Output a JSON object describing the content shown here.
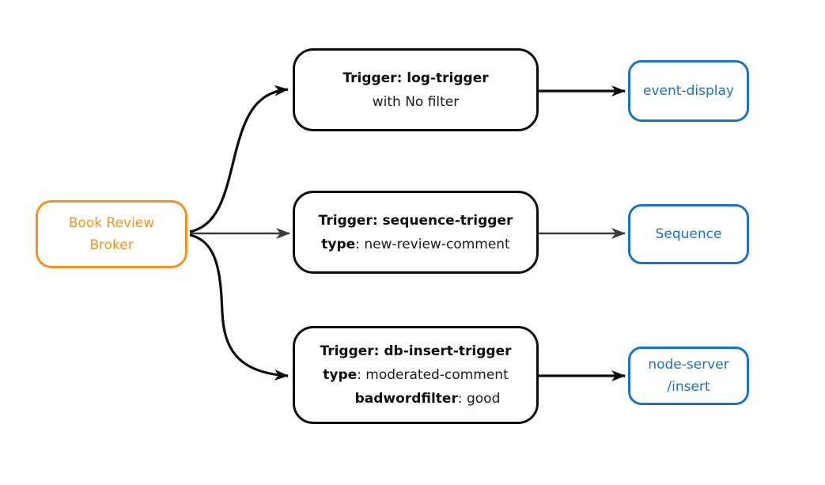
{
  "colors": {
    "broker_orange": "#F5921F",
    "sink_blue": "#1B72C8",
    "node_black": "#0D0D0D",
    "edge_gray": "#3A3A3A",
    "background": "#FFFFFF"
  },
  "broker": {
    "line1": "Book Review",
    "line2": "Broker"
  },
  "triggers": [
    {
      "title": "Trigger: log-trigger",
      "subtitle": "with No filter"
    },
    {
      "title": "Trigger: sequence-trigger",
      "attr1_key": "type",
      "attr1_rest": ": new-review-comment"
    },
    {
      "title": "Trigger: db-insert-trigger",
      "attr1_key": "type",
      "attr1_rest": ": moderated-comment",
      "attr2_key": "badwordfilter",
      "attr2_rest": ": good"
    }
  ],
  "sinks": [
    {
      "label": "event-display"
    },
    {
      "label": "Sequence"
    },
    {
      "label_line1": "node-server",
      "label_line2": "/insert"
    }
  ],
  "edges": [
    {
      "from": "Book Review Broker",
      "to": "Trigger: log-trigger"
    },
    {
      "from": "Book Review Broker",
      "to": "Trigger: sequence-trigger"
    },
    {
      "from": "Book Review Broker",
      "to": "Trigger: db-insert-trigger"
    },
    {
      "from": "Trigger: log-trigger",
      "to": "event-display"
    },
    {
      "from": "Trigger: sequence-trigger",
      "to": "Sequence"
    },
    {
      "from": "Trigger: db-insert-trigger",
      "to": "node-server /insert"
    }
  ]
}
